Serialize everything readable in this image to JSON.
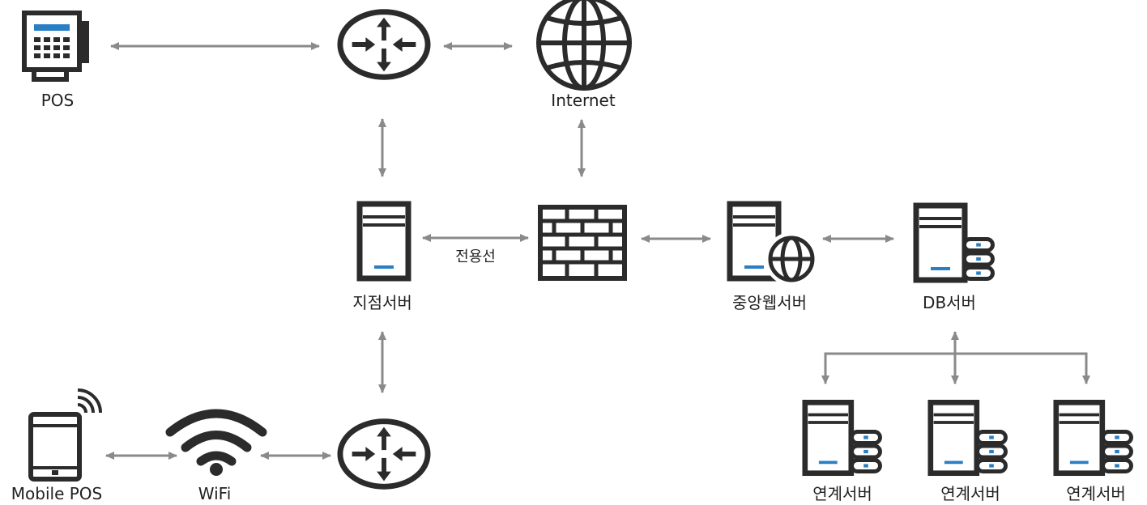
{
  "diagram": {
    "colors": {
      "stroke": "#2b2b2b",
      "arrow": "#8a8a8a",
      "accent": "#2a7fc4"
    },
    "nodes": {
      "pos": {
        "label": "POS",
        "icon": "pos-terminal-icon"
      },
      "router_top": {
        "label": "",
        "icon": "router-icon"
      },
      "internet": {
        "label": "Internet",
        "icon": "globe-icon"
      },
      "branch_server": {
        "label": "지점서버",
        "icon": "server-icon"
      },
      "firewall": {
        "label": "",
        "icon": "firewall-icon"
      },
      "central_web_server": {
        "label": "중앙웹서버",
        "icon": "web-server-icon"
      },
      "db_server": {
        "label": "DB서버",
        "icon": "db-server-icon"
      },
      "mobile_pos": {
        "label": "Mobile POS",
        "icon": "tablet-wireless-icon"
      },
      "wifi": {
        "label": "WiFi",
        "icon": "wifi-icon"
      },
      "router_bottom": {
        "label": "",
        "icon": "router-icon"
      },
      "linked_servers": [
        {
          "label": "연계서버",
          "icon": "db-server-icon"
        },
        {
          "label": "연계서버",
          "icon": "db-server-icon"
        },
        {
          "label": "연계서버",
          "icon": "db-server-icon"
        }
      ]
    },
    "edge_labels": {
      "leased_line": "전용선"
    }
  }
}
